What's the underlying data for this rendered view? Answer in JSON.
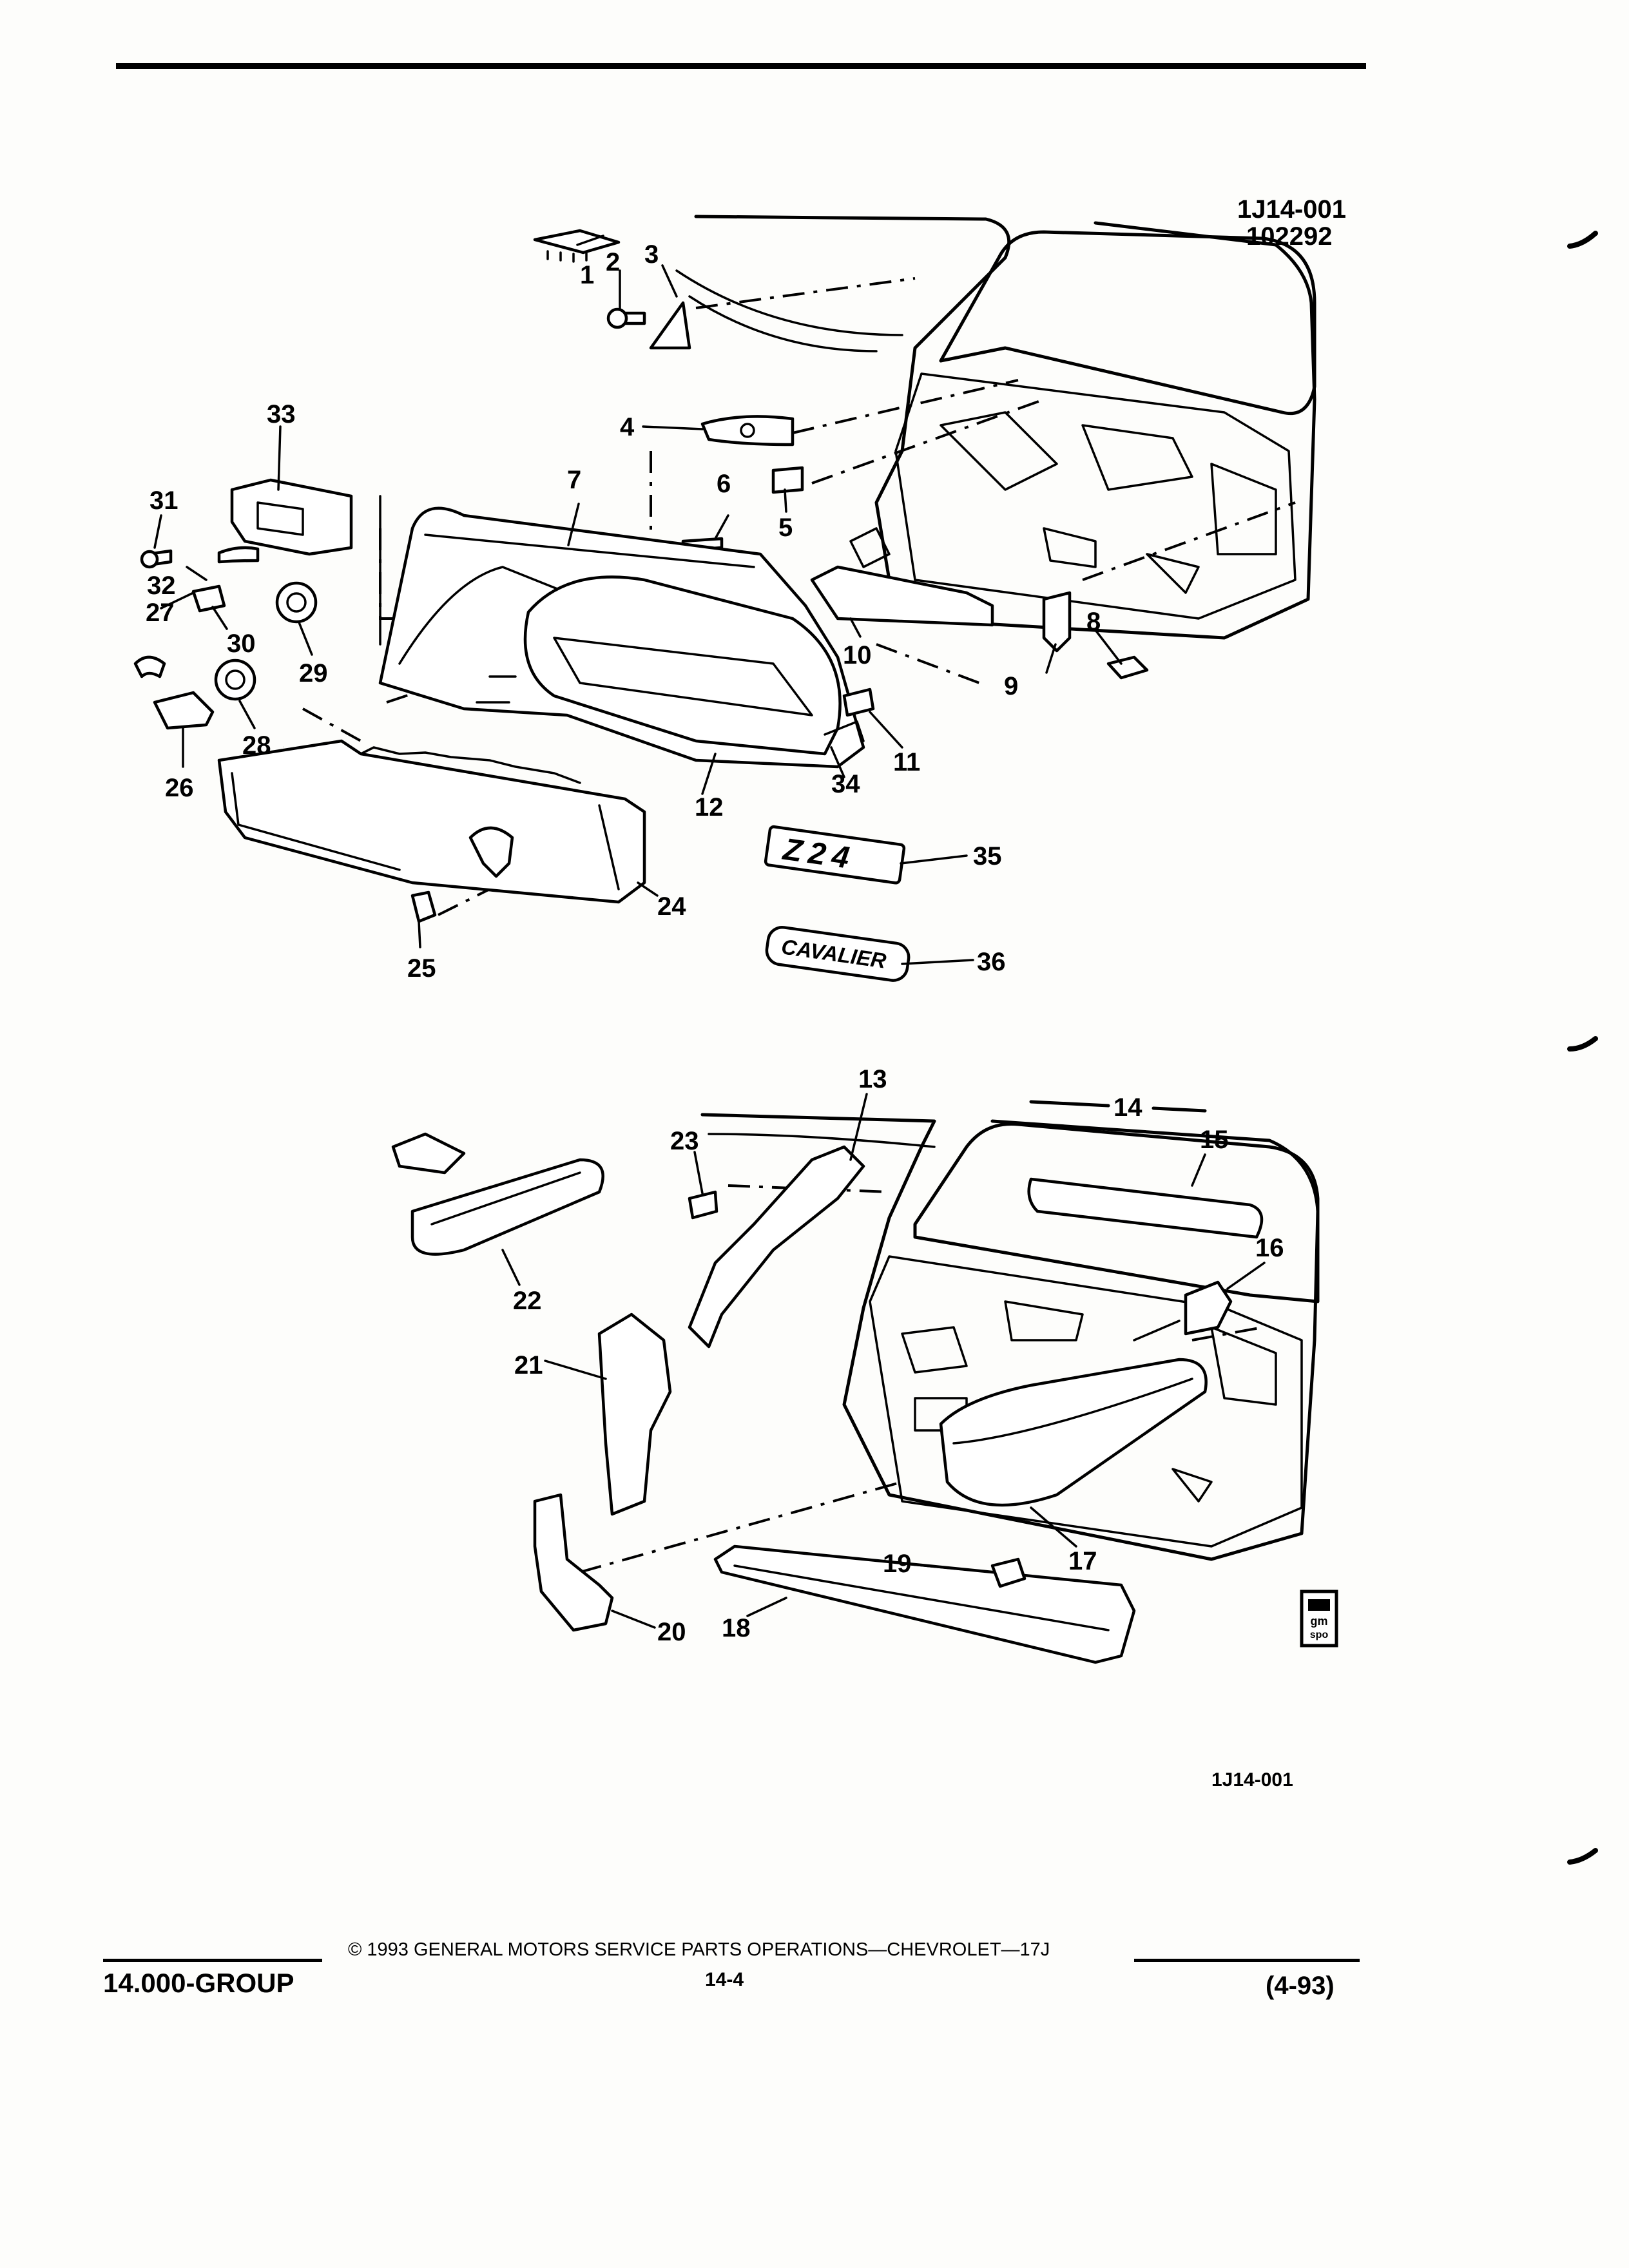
{
  "figure": {
    "id_top": "1J14-001",
    "date_code": "102292",
    "id_bottom": "1J14-001"
  },
  "callouts": {
    "c1": "1",
    "c2": "2",
    "c3": "3",
    "c4": "4",
    "c5": "5",
    "c6": "6",
    "c7": "7",
    "c8": "8",
    "c9": "9",
    "c10": "10",
    "c11": "11",
    "c12": "12",
    "c13": "13",
    "c14": "14",
    "c15": "15",
    "c16": "16",
    "c17": "17",
    "c18": "18",
    "c19": "19",
    "c20": "20",
    "c21": "21",
    "c22": "22",
    "c23": "23",
    "c24": "24",
    "c25": "25",
    "c26": "26",
    "c27": "27",
    "c28": "28",
    "c29": "29",
    "c30": "30",
    "c31": "31",
    "c32": "32",
    "c33": "33",
    "c34": "34",
    "c35": "35",
    "c36": "36"
  },
  "emblems": {
    "z24": "Z24",
    "cavalier": "CAVALIER"
  },
  "badge": {
    "line1": "gm",
    "line2": "spo"
  },
  "footer": {
    "group": "14.000-GROUP",
    "copyright": "© 1993 GENERAL MOTORS SERVICE PARTS OPERATIONS—CHEVROLET—17J",
    "page_number": "14-4",
    "revision": "(4-93)"
  }
}
